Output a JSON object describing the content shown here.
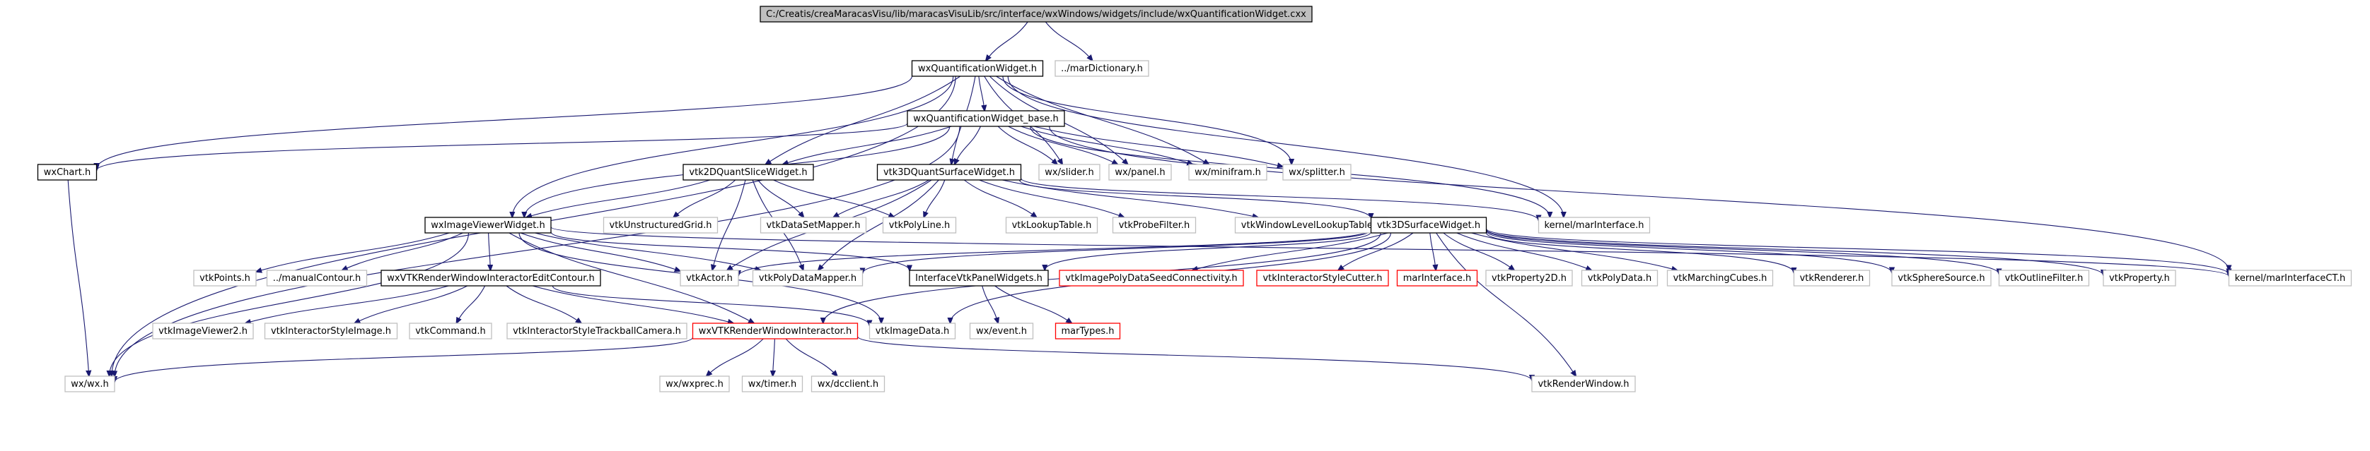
{
  "diagram": {
    "type": "include-dependency-graph",
    "nodes": [
      {
        "id": "root",
        "label": "C:/Creatis/creaMaracasVisu/lib/maracasVisuLib/src/interface/wxWindows/widgets/include/wxQuantificationWidget.cxx",
        "style": "root"
      },
      {
        "id": "wxQW",
        "label": "wxQuantificationWidget.h",
        "style": "doc"
      },
      {
        "id": "marDict",
        "label": "../marDictionary.h",
        "style": "nodoc"
      },
      {
        "id": "wxQWB",
        "label": "wxQuantificationWidget_base.h",
        "style": "doc"
      },
      {
        "id": "wxChart",
        "label": "wxChart.h",
        "style": "doc"
      },
      {
        "id": "vtk2D",
        "label": "vtk2DQuantSliceWidget.h",
        "style": "doc"
      },
      {
        "id": "vtk3D",
        "label": "vtk3DQuantSurfaceWidget.h",
        "style": "doc"
      },
      {
        "id": "slider",
        "label": "wx/slider.h",
        "style": "nodoc"
      },
      {
        "id": "panel",
        "label": "wx/panel.h",
        "style": "nodoc"
      },
      {
        "id": "minifram",
        "label": "wx/minifram.h",
        "style": "nodoc"
      },
      {
        "id": "splitter",
        "label": "wx/splitter.h",
        "style": "nodoc"
      },
      {
        "id": "kernelMI",
        "label": "kernel/marInterface.h",
        "style": "nodoc"
      },
      {
        "id": "wxIVW",
        "label": "wxImageViewerWidget.h",
        "style": "doc"
      },
      {
        "id": "ugrid",
        "label": "vtkUnstructuredGrid.h",
        "style": "nodoc"
      },
      {
        "id": "dsmap",
        "label": "vtkDataSetMapper.h",
        "style": "nodoc"
      },
      {
        "id": "polyline",
        "label": "vtkPolyLine.h",
        "style": "nodoc"
      },
      {
        "id": "lut",
        "label": "vtkLookupTable.h",
        "style": "nodoc"
      },
      {
        "id": "probe",
        "label": "vtkProbeFilter.h",
        "style": "nodoc"
      },
      {
        "id": "wlut",
        "label": "vtkWindowLevelLookupTable.h",
        "style": "nodoc"
      },
      {
        "id": "vtk3DS",
        "label": "vtk3DSurfaceWidget.h",
        "style": "doc"
      },
      {
        "id": "points",
        "label": "vtkPoints.h",
        "style": "nodoc"
      },
      {
        "id": "manContour",
        "label": "../manualContour.h",
        "style": "nodoc"
      },
      {
        "id": "editContour",
        "label": "wxVTKRenderWindowInteractorEditContour.h",
        "style": "doc"
      },
      {
        "id": "actor",
        "label": "vtkActor.h",
        "style": "nodoc"
      },
      {
        "id": "pdmap",
        "label": "vtkPolyDataMapper.h",
        "style": "nodoc"
      },
      {
        "id": "ivtkpw",
        "label": "InterfaceVtkPanelWidgets.h",
        "style": "doc"
      },
      {
        "id": "ipdsc",
        "label": "vtkImagePolyDataSeedConnectivity.h",
        "style": "trunc"
      },
      {
        "id": "iscut",
        "label": "vtkInteractorStyleCutter.h",
        "style": "trunc"
      },
      {
        "id": "marIface",
        "label": "marInterface.h",
        "style": "trunc"
      },
      {
        "id": "prop2d",
        "label": "vtkProperty2D.h",
        "style": "nodoc"
      },
      {
        "id": "polydata",
        "label": "vtkPolyData.h",
        "style": "nodoc"
      },
      {
        "id": "mcubes",
        "label": "vtkMarchingCubes.h",
        "style": "nodoc"
      },
      {
        "id": "renderer",
        "label": "vtkRenderer.h",
        "style": "nodoc"
      },
      {
        "id": "sphere",
        "label": "vtkSphereSource.h",
        "style": "nodoc"
      },
      {
        "id": "outline",
        "label": "vtkOutlineFilter.h",
        "style": "nodoc"
      },
      {
        "id": "property",
        "label": "vtkProperty.h",
        "style": "nodoc"
      },
      {
        "id": "kernelMICT",
        "label": "kernel/marInterfaceCT.h",
        "style": "nodoc"
      },
      {
        "id": "iviewer2",
        "label": "vtkImageViewer2.h",
        "style": "nodoc"
      },
      {
        "id": "isimage",
        "label": "vtkInteractorStyleImage.h",
        "style": "nodoc"
      },
      {
        "id": "command",
        "label": "vtkCommand.h",
        "style": "nodoc"
      },
      {
        "id": "istball",
        "label": "vtkInteractorStyleTrackballCamera.h",
        "style": "nodoc"
      },
      {
        "id": "wxVTKRWI",
        "label": "wxVTKRenderWindowInteractor.h",
        "style": "trunc"
      },
      {
        "id": "imgdata",
        "label": "vtkImageData.h",
        "style": "nodoc"
      },
      {
        "id": "wxevent",
        "label": "wx/event.h",
        "style": "nodoc"
      },
      {
        "id": "marTypes",
        "label": "marTypes.h",
        "style": "trunc"
      },
      {
        "id": "wxwx",
        "label": "wx/wx.h",
        "style": "nodoc"
      },
      {
        "id": "wxprec",
        "label": "wx/wxprec.h",
        "style": "nodoc"
      },
      {
        "id": "timer",
        "label": "wx/timer.h",
        "style": "nodoc"
      },
      {
        "id": "dcclient",
        "label": "wx/dcclient.h",
        "style": "nodoc"
      },
      {
        "id": "renwin",
        "label": "vtkRenderWindow.h",
        "style": "nodoc"
      }
    ],
    "edges": [
      [
        "root",
        "wxQW"
      ],
      [
        "root",
        "marDict"
      ],
      [
        "wxQW",
        "wxQWB"
      ],
      [
        "wxQW",
        "wxChart"
      ],
      [
        "wxQW",
        "vtk2D"
      ],
      [
        "wxQW",
        "vtk3D"
      ],
      [
        "wxQW",
        "wxIVW"
      ],
      [
        "wxQW",
        "slider"
      ],
      [
        "wxQW",
        "panel"
      ],
      [
        "wxQW",
        "minifram"
      ],
      [
        "wxQW",
        "splitter"
      ],
      [
        "wxQW",
        "kernelMI"
      ],
      [
        "wxQW",
        "wxwx"
      ],
      [
        "wxQWB",
        "wxChart"
      ],
      [
        "wxQWB",
        "vtk2D"
      ],
      [
        "wxQWB",
        "vtk3D"
      ],
      [
        "wxQWB",
        "wxIVW"
      ],
      [
        "wxQWB",
        "slider"
      ],
      [
        "wxQWB",
        "panel"
      ],
      [
        "wxQWB",
        "minifram"
      ],
      [
        "wxQWB",
        "splitter"
      ],
      [
        "wxQWB",
        "kernelMI"
      ],
      [
        "wxQWB",
        "wxwx"
      ],
      [
        "wxQWB",
        "kernelMICT"
      ],
      [
        "wxChart",
        "wxwx"
      ],
      [
        "vtk2D",
        "wxIVW"
      ],
      [
        "vtk2D",
        "ugrid"
      ],
      [
        "vtk2D",
        "dsmap"
      ],
      [
        "vtk2D",
        "polyline"
      ],
      [
        "vtk2D",
        "actor"
      ],
      [
        "vtk2D",
        "pdmap"
      ],
      [
        "vtk3D",
        "vtk3DS"
      ],
      [
        "vtk3D",
        "dsmap"
      ],
      [
        "vtk3D",
        "polyline"
      ],
      [
        "vtk3D",
        "lut"
      ],
      [
        "vtk3D",
        "probe"
      ],
      [
        "vtk3D",
        "wlut"
      ],
      [
        "vtk3D",
        "actor"
      ],
      [
        "vtk3D",
        "kernelMI"
      ],
      [
        "vtk3D",
        "pdmap"
      ],
      [
        "wxIVW",
        "points"
      ],
      [
        "wxIVW",
        "manContour"
      ],
      [
        "wxIVW",
        "editContour"
      ],
      [
        "wxIVW",
        "actor"
      ],
      [
        "wxIVW",
        "pdmap"
      ],
      [
        "wxIVW",
        "ivtkpw"
      ],
      [
        "wxIVW",
        "wxVTKRWI"
      ],
      [
        "wxIVW",
        "imgdata"
      ],
      [
        "wxIVW",
        "wxwx"
      ],
      [
        "wxIVW",
        "kernelMICT"
      ],
      [
        "vtk3DS",
        "actor"
      ],
      [
        "vtk3DS",
        "pdmap"
      ],
      [
        "vtk3DS",
        "ivtkpw"
      ],
      [
        "vtk3DS",
        "ipdsc"
      ],
      [
        "vtk3DS",
        "iscut"
      ],
      [
        "vtk3DS",
        "marIface"
      ],
      [
        "vtk3DS",
        "prop2d"
      ],
      [
        "vtk3DS",
        "polydata"
      ],
      [
        "vtk3DS",
        "mcubes"
      ],
      [
        "vtk3DS",
        "renderer"
      ],
      [
        "vtk3DS",
        "sphere"
      ],
      [
        "vtk3DS",
        "outline"
      ],
      [
        "vtk3DS",
        "property"
      ],
      [
        "vtk3DS",
        "kernelMICT"
      ],
      [
        "vtk3DS",
        "imgdata"
      ],
      [
        "vtk3DS",
        "wxVTKRWI"
      ],
      [
        "vtk3DS",
        "renwin"
      ],
      [
        "editContour",
        "iviewer2"
      ],
      [
        "editContour",
        "isimage"
      ],
      [
        "editContour",
        "command"
      ],
      [
        "editContour",
        "istball"
      ],
      [
        "editContour",
        "wxVTKRWI"
      ],
      [
        "editContour",
        "imgdata"
      ],
      [
        "ivtkpw",
        "wxevent"
      ],
      [
        "ivtkpw",
        "marTypes"
      ],
      [
        "wxVTKRWI",
        "wxwx"
      ],
      [
        "wxVTKRWI",
        "wxprec"
      ],
      [
        "wxVTKRWI",
        "timer"
      ],
      [
        "wxVTKRWI",
        "dcclient"
      ],
      [
        "wxVTKRWI",
        "renwin"
      ]
    ]
  }
}
